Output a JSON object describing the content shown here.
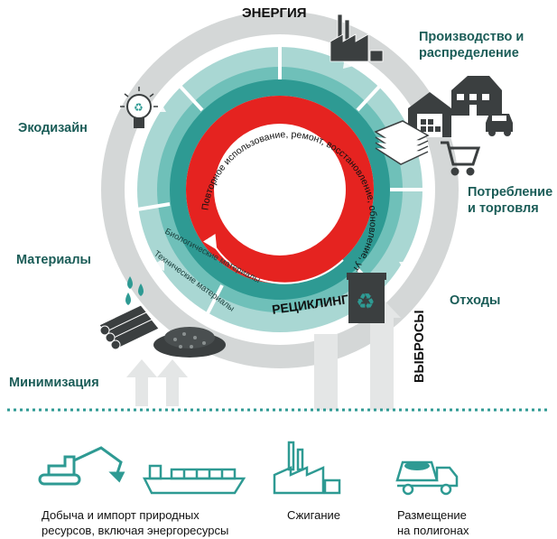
{
  "diagram": {
    "title_energy": "ЭНЕРГИЯ",
    "label_production": "Производство и распределение",
    "label_production_l1": "Производство и",
    "label_production_l2": "распределение",
    "label_ecodesign": "Экодизайн",
    "label_consumption_l1": "Потребление",
    "label_consumption_l2": "и торговля",
    "label_materials": "Материалы",
    "label_waste": "Отходы",
    "label_recycling": "РЕЦИКЛИНГ",
    "label_minimization": "Минимизация",
    "label_emissions": "ВЫБРОСЫ",
    "inner_ring_text": "Повторное использование, ремонт, восстановление, обновление, утилизация",
    "bio_materials": "Биологические материалы",
    "tech_materials": "Технические материалы"
  },
  "bottom": {
    "extraction_l1": "Добыча и импорт природных",
    "extraction_l2": "ресурсов, включая энергоресурсы",
    "incineration": "Сжигание",
    "landfill_l1": "Размещение",
    "landfill_l2": "на полигонах"
  },
  "colors": {
    "teal_dark": "#2e9a93",
    "teal_mid": "#5fb8b2",
    "teal_light": "#a9d7d3",
    "grey_ring": "#d4d7d7",
    "red": "#e52320",
    "label_text": "#1a5c57",
    "dark_icon": "#3b3f40"
  },
  "icons": [
    "factory-icon",
    "warehouse-icon",
    "house-icon",
    "car-icon",
    "paper-stack-icon",
    "shopping-cart-icon",
    "lightbulb-icon",
    "water-drops-icon",
    "logs-icon",
    "granules-icon",
    "recycle-bin-icon",
    "excavator-icon",
    "cargo-ship-icon",
    "incinerator-icon",
    "dump-truck-icon"
  ]
}
